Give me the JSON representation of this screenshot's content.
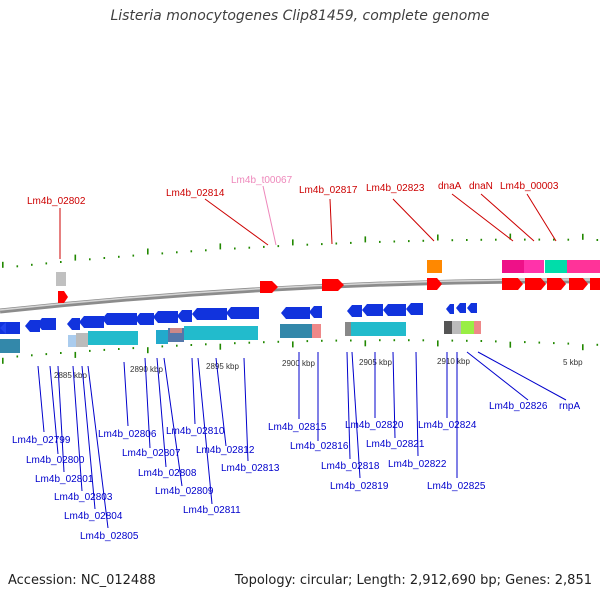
{
  "title": "Listeria monocytogenes Clip81459, complete genome",
  "footer": {
    "accession": "Accession: NC_012488",
    "summary": "Topology: circular; Length: 2,912,690 bp; Genes: 2,851"
  },
  "colors": {
    "upper_label": "#cc0000",
    "trna_label": "#ee88bb",
    "lower_label": "#0000cc",
    "forward_gene": "#ff0000",
    "reverse_gene": "#0000ee",
    "backbone": "#888888",
    "tick": "#228800"
  },
  "scale": {
    "unit": "kbp",
    "labels": [
      "2885 kbp",
      "2890 kbp",
      "2895 kbp",
      "2900 kbp",
      "2905 kbp",
      "2910 kbp",
      "5 kbp"
    ]
  },
  "upper_labels": [
    "Lm4b_02802",
    "Lm4b_02814",
    "Lm4b_t00067",
    "Lm4b_02817",
    "Lm4b_02823",
    "dnaA",
    "dnaN",
    "Lm4b_00003"
  ],
  "lower_labels": [
    "Lm4b_02799",
    "Lm4b_02800",
    "Lm4b_02801",
    "Lm4b_02803",
    "Lm4b_02804",
    "Lm4b_02805",
    "Lm4b_02806",
    "Lm4b_02807",
    "Lm4b_02808",
    "Lm4b_02809",
    "Lm4b_02810",
    "Lm4b_02811",
    "Lm4b_02812",
    "Lm4b_02813",
    "Lm4b_02815",
    "Lm4b_02816",
    "Lm4b_02818",
    "Lm4b_02819",
    "Lm4b_02820",
    "Lm4b_02821",
    "Lm4b_02822",
    "Lm4b_02824",
    "Lm4b_02825",
    "Lm4b_02826",
    "rnpA"
  ],
  "legend_icons": [
    "forward-gene-arrow-icon",
    "reverse-gene-arrow-icon"
  ]
}
